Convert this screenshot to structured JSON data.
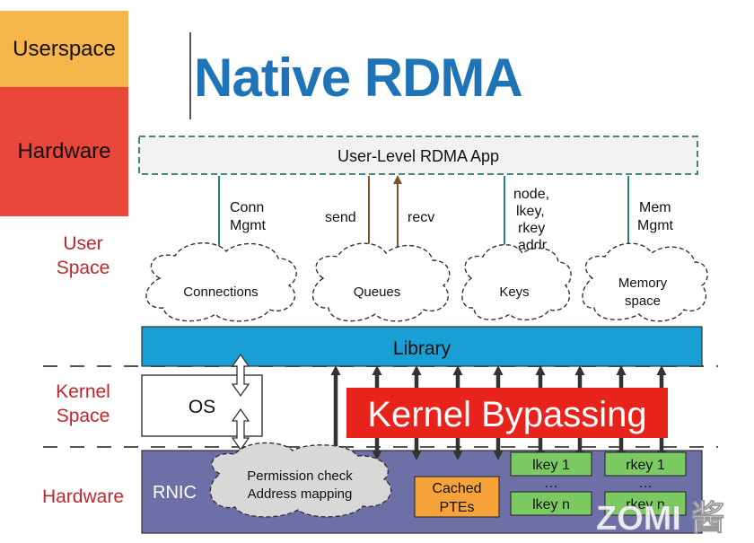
{
  "legend": {
    "userspace": "Userspace",
    "hardware": "Hardware",
    "userspace_color": "#f6b54a",
    "hardware_color": "#e8473a"
  },
  "title": "Native RDMA",
  "app_box": "User-Level RDMA App",
  "arrow_labels": {
    "conn": [
      "Conn",
      "Mgmt"
    ],
    "send": "send",
    "recv": "recv",
    "keys": [
      "node,",
      "lkey,",
      "rkey",
      "addr"
    ],
    "mem": [
      "Mem",
      "Mgmt"
    ]
  },
  "clouds": {
    "connections": "Connections",
    "queues": "Queues",
    "keys": "Keys",
    "memory": [
      "Memory",
      "space"
    ]
  },
  "side_labels": {
    "user_space": [
      "User",
      "Space"
    ],
    "kernel_space": [
      "Kernel",
      "Space"
    ],
    "hardware": "Hardware"
  },
  "library": "Library",
  "os": "OS",
  "kernel_bypassing": "Kernel Bypassing",
  "rnic": {
    "label": "RNIC",
    "permission": [
      "Permission check",
      "Address mapping"
    ],
    "cached": [
      "Cached",
      "PTEs"
    ],
    "lkey_1": "lkey 1",
    "lkey_n": "lkey n",
    "rkey_1": "rkey 1",
    "rkey_n": "rkey n",
    "ellipsis": "…"
  },
  "watermark": "ZOMI 酱",
  "colors": {
    "title": "#1f74b8",
    "library": "#1a9fd5",
    "rnic": "#6f6fa8",
    "kernel_bypass": "#e8231b",
    "cached": "#f6a33a",
    "key_box": "#7ccb62",
    "conn_arrow": "#23857b",
    "queue_arrow": "#7a5230"
  }
}
